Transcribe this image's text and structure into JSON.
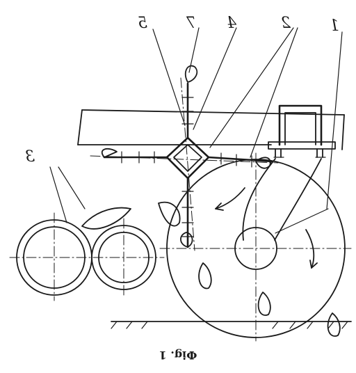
{
  "labels": {
    "l1": "1",
    "l2": "2",
    "l3": "3",
    "l4": "4",
    "l5": "5",
    "l7": "7"
  },
  "caption": "Фig. 1",
  "colors": {
    "ink": "#1a1a1a",
    "background": "#ffffff"
  }
}
